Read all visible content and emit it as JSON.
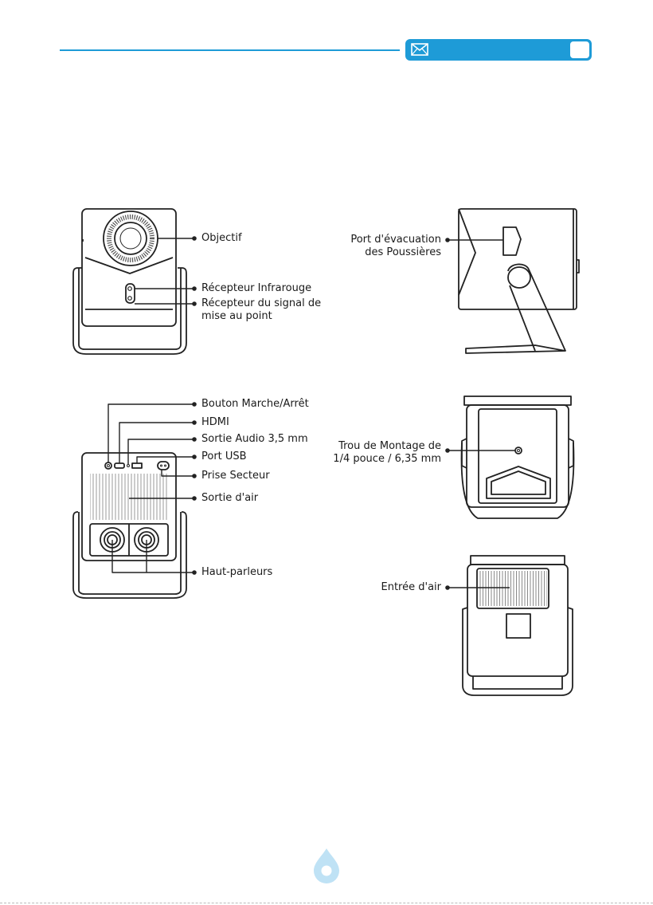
{
  "header": {
    "mail_icon": "envelope-icon",
    "accent_color": "#1e9bd7"
  },
  "labels": {
    "lens": "Objectif",
    "ir_receiver": "Récepteur Infrarouge",
    "focus_receiver_1": "Récepteur du signal de",
    "focus_receiver_2": "mise au point",
    "dust_port_1": "Port d'évacuation",
    "dust_port_2": "des Poussières",
    "power_button": "Bouton Marche/Arrêt",
    "hdmi": "HDMI",
    "audio_out": "Sortie Audio 3,5 mm",
    "usb": "Port USB",
    "power_socket": "Prise Secteur",
    "air_out": "Sortie d'air",
    "speakers": "Haut-parleurs",
    "mount_hole_1": "Trou de Montage de",
    "mount_hole_2": "1/4 pouce / 6,35 mm",
    "air_in": "Entrée d'air"
  },
  "footer": {
    "icon": "water-drop-icon",
    "color": "#bfe2f5"
  }
}
